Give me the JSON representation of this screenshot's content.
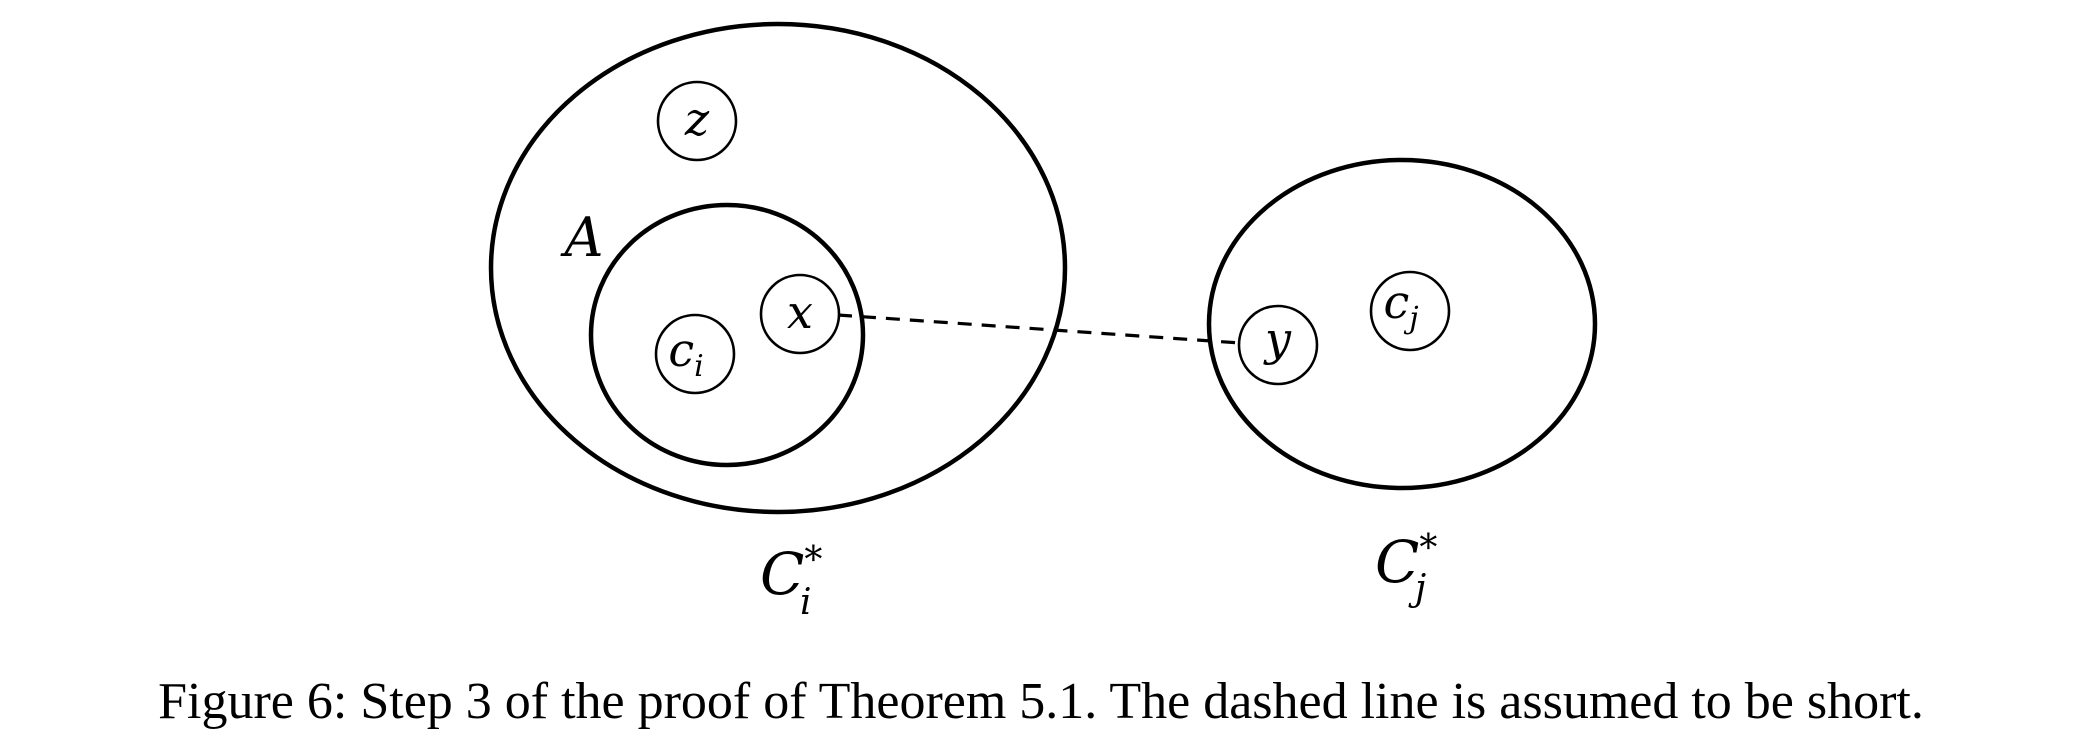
{
  "diagram": {
    "sets": {
      "ci_star": {
        "label_base": "C",
        "label_sup": "*",
        "label_sub": "i"
      },
      "cj_star": {
        "label_base": "C",
        "label_sup": "*",
        "label_sub": "j"
      },
      "A": {
        "label": "A"
      }
    },
    "nodes": {
      "z": {
        "label": "z"
      },
      "x": {
        "label": "x"
      },
      "ci": {
        "label_base": "c",
        "label_sub": "i"
      },
      "y": {
        "label": "y"
      },
      "cj": {
        "label_base": "c",
        "label_sub": "j"
      }
    },
    "edges": [
      {
        "from": "x",
        "to": "y",
        "style": "dashed"
      }
    ]
  },
  "caption": "Figure 6: Step 3 of the proof of Theorem 5.1. The dashed line is assumed to be short."
}
